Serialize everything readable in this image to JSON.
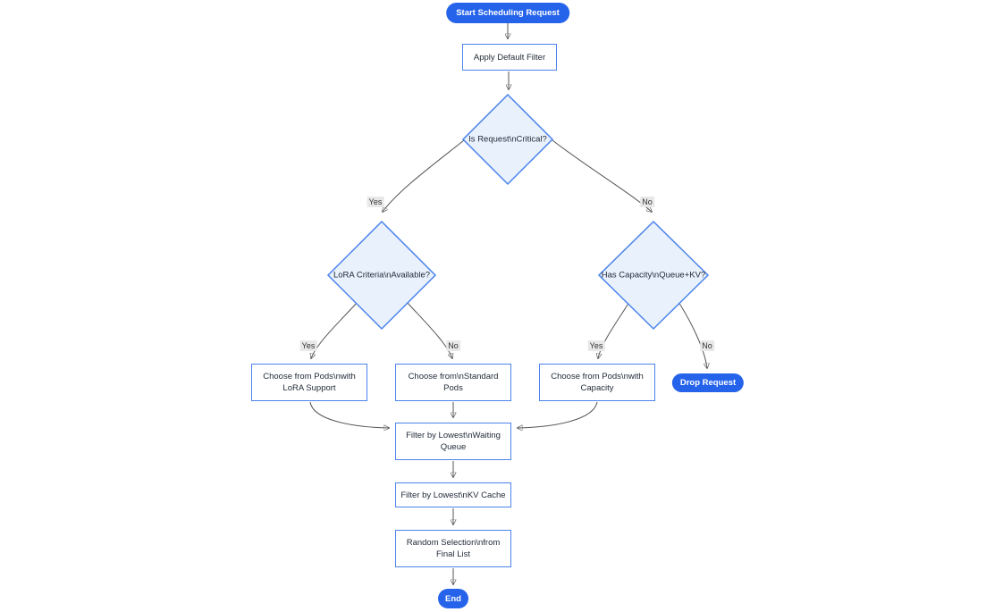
{
  "diagram": {
    "type": "flowchart",
    "direction": "top-down",
    "background": "#ffffff",
    "colors": {
      "terminal_fill": "#2563EB",
      "terminal_text": "#ffffff",
      "process_fill": "#ffffff",
      "node_border": "#4B83EA",
      "decision_fill": "#E8F1FC",
      "edge_stroke": "#555555",
      "edge_label_bg": "#e8e8e8",
      "node_text": "#1f2937"
    },
    "nodes": {
      "start": {
        "type": "stadium",
        "label": "Start Scheduling Request"
      },
      "apply_filter": {
        "type": "process",
        "label": "Apply Default Filter"
      },
      "is_critical": {
        "type": "decision",
        "label": "Is Request\\nCritical?"
      },
      "lora_criteria": {
        "type": "decision",
        "label": "LoRA Criteria\\nAvailable?"
      },
      "has_capacity": {
        "type": "decision",
        "label": "Has Capacity\\nQueue+KV?"
      },
      "pods_lora": {
        "type": "process",
        "label": "Choose from Pods\\nwith LoRA Support"
      },
      "pods_standard": {
        "type": "process",
        "label": "Choose from\\nStandard Pods"
      },
      "pods_capacity": {
        "type": "process",
        "label": "Choose from Pods\\nwith Capacity"
      },
      "drop_request": {
        "type": "stadium",
        "label": "Drop Request"
      },
      "filter_waiting": {
        "type": "process",
        "label": "Filter by Lowest\\nWaiting Queue"
      },
      "filter_kv": {
        "type": "process",
        "label": "Filter by Lowest\\nKV Cache"
      },
      "random_selection": {
        "type": "process",
        "label": "Random Selection\\nfrom Final List"
      },
      "end": {
        "type": "stadium",
        "label": "End"
      }
    },
    "edges": [
      {
        "from": "start",
        "to": "apply_filter",
        "label": ""
      },
      {
        "from": "apply_filter",
        "to": "is_critical",
        "label": ""
      },
      {
        "from": "is_critical",
        "to": "lora_criteria",
        "label": "Yes"
      },
      {
        "from": "is_critical",
        "to": "has_capacity",
        "label": "No"
      },
      {
        "from": "lora_criteria",
        "to": "pods_lora",
        "label": "Yes"
      },
      {
        "from": "lora_criteria",
        "to": "pods_standard",
        "label": "No"
      },
      {
        "from": "has_capacity",
        "to": "pods_capacity",
        "label": "Yes"
      },
      {
        "from": "has_capacity",
        "to": "drop_request",
        "label": "No"
      },
      {
        "from": "pods_lora",
        "to": "filter_waiting",
        "label": ""
      },
      {
        "from": "pods_standard",
        "to": "filter_waiting",
        "label": ""
      },
      {
        "from": "pods_capacity",
        "to": "filter_waiting",
        "label": ""
      },
      {
        "from": "filter_waiting",
        "to": "filter_kv",
        "label": ""
      },
      {
        "from": "filter_kv",
        "to": "random_selection",
        "label": ""
      },
      {
        "from": "random_selection",
        "to": "end",
        "label": ""
      }
    ]
  }
}
